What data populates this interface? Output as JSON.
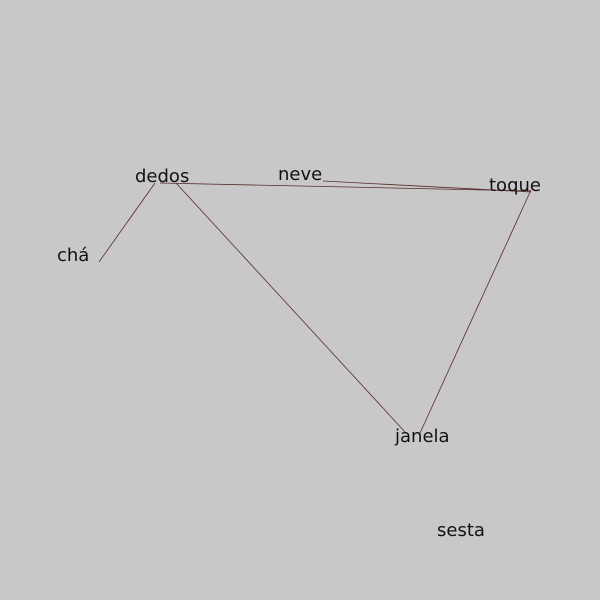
{
  "words": {
    "cha": "chá",
    "dedos": "dedos",
    "neve": "neve",
    "toque": "toque",
    "janela": "janela",
    "sesta": "sesta"
  },
  "edges": [
    [
      "dedos",
      "cha"
    ],
    [
      "dedos",
      "toque"
    ],
    [
      "dedos",
      "janela"
    ],
    [
      "neve",
      "toque"
    ],
    [
      "toque",
      "janela"
    ]
  ],
  "colors": {
    "background": "#c8c8c8",
    "edge": "#5a2a2a",
    "text": "#111111"
  }
}
